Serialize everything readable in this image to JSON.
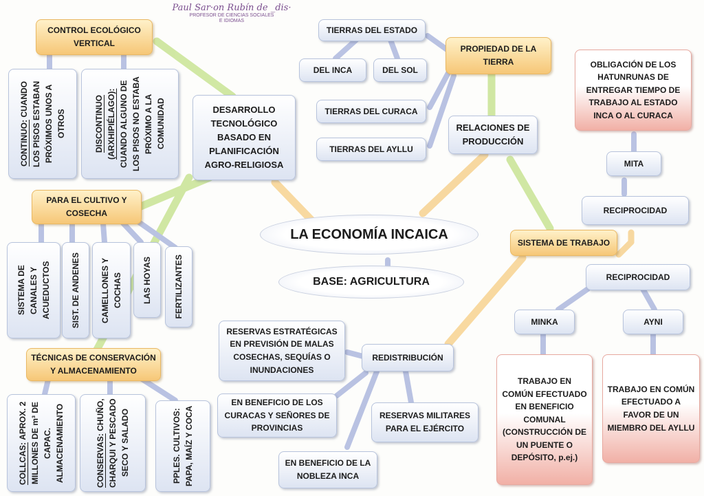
{
  "author": {
    "name": "Paul Sar·on Rubín de _dis·",
    "line1": "PROFESOR DE CIENCIAS SOCIALES",
    "line2": "E IDIOMAS"
  },
  "center": {
    "title": "LA ECONOMÍA INCAICA",
    "base": "BASE: AGRICULTURA"
  },
  "desarrollo": {
    "title": "DESARROLLO TECNOLÓGICO BASADO EN PLANIFICACIÓN AGRO-RELIGIOSA",
    "control": {
      "title": "CONTROL ECOLÓGICO VERTICAL",
      "continuo_term": "CONTINUO:",
      "continuo_text": "CUANDO LOS PISOS ESTABAN PRÓXIMOS UNOS A OTROS",
      "discontinuo_term": "DISCONTINUO (ARXHIPIÉLAGO):",
      "discontinuo_text": "CUANDO ALGUNO DE LOS PISOS NO ESTABA PRÓXIMO A LA COMUNIDAD"
    },
    "cultivo": {
      "title": "PARA EL CULTIVO Y COSECHA",
      "items": [
        "SISTEMA DE CANALES Y ACUEDUCTOS",
        "SIST. DE ANDENES",
        "CAMELLONES Y COCHAS",
        "LAS HOYAS",
        "FERTILIZANTES"
      ]
    },
    "tecnicas": {
      "title": "TÉCNICAS DE CONSERVACIÓN Y ALMACENAMIENTO",
      "collcas_term": "COLLCAS:",
      "collcas_text": "APROX. 2 MILLONES DE m³ DE CAPAC. ALMACENAMIENTO",
      "conservas_term": "CONSERVAS:",
      "conservas_text": "CHUÑO, CHARQUI Y PESCADO SECO Y SALADO",
      "cultivos_text": "PPLES. CULTIVOS: PAPA, MAÍZ Y COCA"
    }
  },
  "relaciones": {
    "title": "RELACIONES DE PRODUCCIÓN",
    "propiedad": "PROPIEDAD DE LA TIERRA",
    "estado": "TIERRAS DEL ESTADO",
    "inca": "DEL INCA",
    "sol": "DEL SOL",
    "curaca": "TIERRAS DEL CURACA",
    "ayllu": "TIERRAS DEL AYLLU"
  },
  "trabajo": {
    "title": "SISTEMA DE TRABAJO",
    "reciprocidad_top": "RECIPROCIDAD",
    "mita": "MITA",
    "obligacion": "OBLIGACIÓN DE LOS HATUNRUNAS DE ENTREGAR TIEMPO DE TRABAJO AL ESTADO INCA O AL CURACA",
    "reciprocidad": "RECIPROCIDAD",
    "minka": "MINKA",
    "ayni": "AYNI",
    "minka_desc": "TRABAJO EN COMÚN EFECTUADO EN BENEFICIO COMUNAL (CONSTRUCCIÓN DE UN PUENTE O DEPÓSITO, p.ej.)",
    "ayni_desc": "TRABAJO EN COMÚN EFECTUADO A FAVOR DE UN MIEMBRO DEL AYLLU"
  },
  "redistribucion": {
    "title": "REDISTRIBUCIÓN",
    "reservas": "RESERVAS ESTRATÉGICAS EN PREVISIÓN DE MALAS COSECHAS, SEQUÍAS O INUNDACIONES",
    "curacas": "EN BENEFICIO DE LOS CURACAS Y SEÑORES DE PROVINCIAS",
    "nobleza": "EN BENEFICIO DE LA NOBLEZA INCA",
    "militares": "RESERVAS MILITARES PARA EL EJÉRCITO"
  }
}
